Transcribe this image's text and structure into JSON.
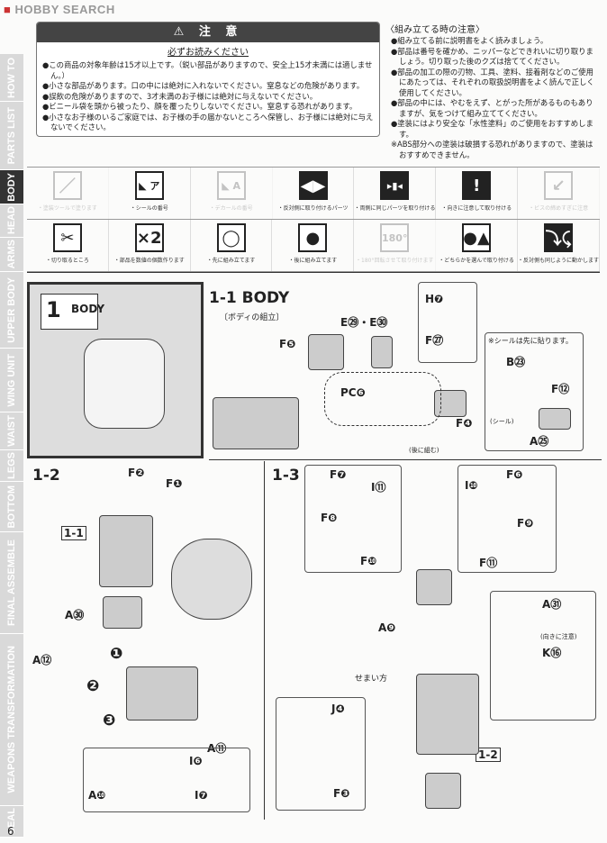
{
  "logo": {
    "text": "HOBBY SEARCH"
  },
  "sidebar": {
    "tabs": [
      "HOW TO",
      "PARTS LIST",
      "BODY",
      "HEAD",
      "ARMS",
      "UPPER BODY",
      "WING UNIT",
      "WAIST",
      "LEGS",
      "BOTTOM",
      "FINAL ASSEMBLE",
      "WEAPONS TRANSFORMATION",
      "SEAL"
    ],
    "active": "BODY"
  },
  "caution": {
    "title": "⚠ 注 意",
    "subtitle": "必ずお読みください",
    "items": [
      "●この商品の対象年齢は15才以上です。（鋭い部品がありますので、安全上15才未満には適しません。）",
      "●小さな部品があります。口の中には絶対に入れないでください。窒息などの危険があります。",
      "●誤飲の危険がありますので、3才未満のお子様には絶対に与えないでください。",
      "●ビニール袋を頭から被ったり、顔を覆ったりしないでください。窒息する恐れがあります。",
      "●小さなお子様のいるご家庭では、お子様の手の届かないところへ保管し、お子様には絶対に与えないでください。"
    ]
  },
  "notes": {
    "title": "〈組み立てる時の注意〉",
    "items": [
      "●組み立てる前に説明書をよく読みましょう。",
      "●部品は番号を確かめ、ニッパーなどできれいに切り取りましょう。切り取った後のクズは捨ててください。",
      "●部品の加工の際の刃物、工具、塗料、接着剤などのご使用にあたっては、それぞれの取扱説明書をよく読んで正しく使用してください。",
      "●部品の中には、やむをえず、とがった所があるものもありますが、気をつけて組み立ててください。",
      "●塗装にはより安全な「水性塗料」のご使用をおすすめします。",
      "※ABS部分への塗装は破損する恐れがありますので、塗装はおすすめできません。"
    ]
  },
  "icons": {
    "row1": [
      {
        "icon": "brush-icon",
        "glyph": "／",
        "label": "・塗装ツールで塗ります",
        "faded": true,
        "dark": false
      },
      {
        "icon": "seal-icon",
        "glyph": "◣ ア",
        "label": "・シールの番号",
        "faded": false,
        "dark": false
      },
      {
        "icon": "decal-icon",
        "glyph": "◣ A",
        "label": "・デカールの番号",
        "faded": true,
        "dark": false
      },
      {
        "icon": "mirror-part-icon",
        "glyph": "◀▶",
        "label": "・反対側に取り付けるパーツ",
        "faded": false,
        "dark": true
      },
      {
        "icon": "both-sides-icon",
        "glyph": "▸▮◂",
        "label": "・両側に同じパーツを取り付ける",
        "faded": false,
        "dark": true
      },
      {
        "icon": "exclamation-icon",
        "glyph": "!",
        "label": "・向きに注意して取り付ける",
        "faded": false,
        "dark": true
      },
      {
        "icon": "screw-icon",
        "glyph": "↙",
        "label": "・ビスの締めすぎに注意",
        "faded": true,
        "dark": false
      }
    ],
    "row2": [
      {
        "icon": "nipper-icon",
        "glyph": "✂",
        "label": "・切り取るところ",
        "faded": false,
        "dark": false
      },
      {
        "icon": "times-two-icon",
        "glyph": "×2",
        "label": "・部品を数値の個数作ります",
        "faded": false,
        "dark": false
      },
      {
        "icon": "assemble-first-icon",
        "glyph": "◯",
        "label": "・先に組み立てます",
        "faded": false,
        "dark": false
      },
      {
        "icon": "assemble-later-icon",
        "glyph": "●",
        "label": "・後に組み立てます",
        "faded": false,
        "dark": false
      },
      {
        "icon": "rotate-180-icon",
        "glyph": "180°",
        "label": "・180°回転させて取り付けます",
        "faded": true,
        "dark": false
      },
      {
        "icon": "choose-one-icon",
        "glyph": "●▲",
        "label": "・どちらかを選んで取り付ける",
        "faded": false,
        "dark": false
      },
      {
        "icon": "move-same-icon",
        "glyph": "⤵⤹",
        "label": "・反対側も同じように動かします",
        "faded": false,
        "dark": true
      }
    ]
  },
  "section": {
    "number": "1",
    "title": "BODY"
  },
  "step1_1": {
    "title": "1-1 BODY",
    "subtitle": "〔ボディの組立〕",
    "labels": [
      "H❼",
      "F㉗",
      "E㉙・E㉚",
      "F❺",
      "PC❻",
      "F❹",
      "(後に組む)"
    ],
    "seal_note": "※シールは先に貼ります。",
    "seal_labels": [
      "B㉓",
      "F⑫",
      "(シール)",
      "A㉕"
    ]
  },
  "step1_2": {
    "title": "1-2",
    "labels": [
      "F❷",
      "F❶",
      "1-1",
      "A㉚",
      "A⑫",
      "A⑪",
      "I❻",
      "A❿",
      "I❼"
    ],
    "steps": [
      "❶",
      "❷",
      "❸"
    ]
  },
  "step1_3": {
    "title": "1-3",
    "labels": [
      "F❼",
      "I⑪",
      "F❽",
      "F❿",
      "F❻",
      "I❿",
      "F❾",
      "F⑪",
      "A❾",
      "せまい方",
      "J❹",
      "F❸",
      "A㉛",
      "(向きに注意)",
      "K⑯",
      "1-2"
    ]
  },
  "page": {
    "number": "6"
  }
}
